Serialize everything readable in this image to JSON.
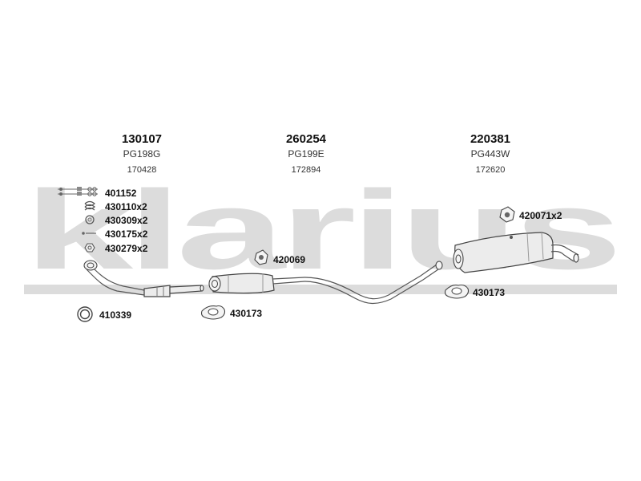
{
  "watermark": "klarius",
  "sections": [
    {
      "number": "130107",
      "code": "PG198G",
      "ref": "170428"
    },
    {
      "number": "260254",
      "code": "PG199E",
      "ref": "172894"
    },
    {
      "number": "220381",
      "code": "PG443W",
      "ref": "172620"
    }
  ],
  "fitting_parts": {
    "p401152": "401152",
    "p430110": "430110x2",
    "p430309": "430309x2",
    "p430175": "430175x2",
    "p430279": "430279x2",
    "p410339": "410339",
    "p430173_front": "430173",
    "p420069": "420069",
    "p420071": "420071x2",
    "p430173_rear": "430173"
  },
  "colors": {
    "watermark": "#dcdcdc",
    "line": "#444444"
  }
}
